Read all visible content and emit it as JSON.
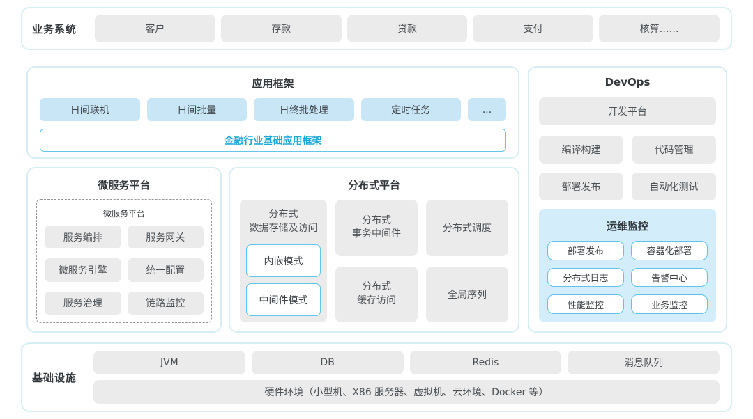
{
  "business_systems": {
    "label": "业务系统",
    "items": [
      "客户",
      "存款",
      "贷款",
      "支付",
      "核算……"
    ]
  },
  "app_framework": {
    "title": "应用框架",
    "items": [
      "日间联机",
      "日间批量",
      "日终批处理",
      "定时任务",
      "..."
    ],
    "base_bar": "金融行业基础应用框架"
  },
  "microservice_platform": {
    "title": "微服务平台",
    "inner_title": "微服务平台",
    "items": [
      "服务编排",
      "服务网关",
      "微服务引擎",
      "统一配置",
      "服务治理",
      "链路监控"
    ]
  },
  "distributed_platform": {
    "title": "分布式平台",
    "storage": {
      "label_line1": "分布式",
      "label_line2": "数据存储及访问",
      "modes": [
        "内嵌模式",
        "中间件模式"
      ]
    },
    "transaction": {
      "line1": "分布式",
      "line2": "事务中间件"
    },
    "scheduling": "分布式调度",
    "cache": {
      "line1": "分布式",
      "line2": "缓存访问"
    },
    "sequence": "全局序列"
  },
  "devops": {
    "title": "DevOps",
    "dev_platform": "开发平台",
    "items": [
      "编译构建",
      "代码管理",
      "部署发布",
      "自动化测试"
    ],
    "ops_monitoring": {
      "title": "运维监控",
      "items": [
        "部署发布",
        "容器化部署",
        "分布式日志",
        "告警中心",
        "性能监控",
        "业务监控"
      ]
    }
  },
  "infrastructure": {
    "label": "基础设施",
    "items": [
      "JVM",
      "DB",
      "Redis",
      "消息队列"
    ],
    "hardware_bar": "硬件环境（小型机、X86 服务器、虚拟机、云环境、Docker 等）"
  },
  "colors": {
    "panel_border": "#d7eef4",
    "gray_box_bg": "#ebebeb",
    "blue_box_bg": "#c8e6f6",
    "accent_border": "#62c6e8",
    "accent_text": "#1ca9d6",
    "ops_panel_bg": "#d3edfb",
    "title_text": "#32373c",
    "body_text": "#4c5156"
  }
}
